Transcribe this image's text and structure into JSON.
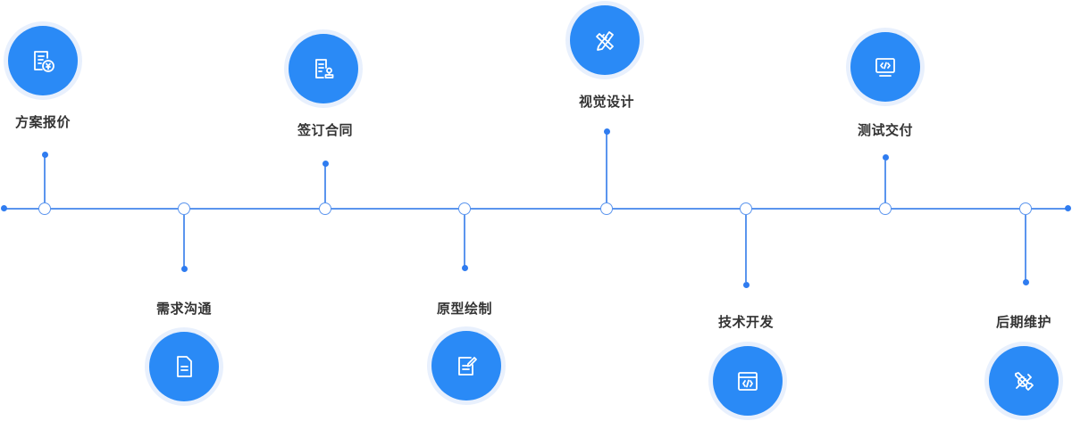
{
  "steps": [
    {
      "label": "方案报价",
      "icon": "quote-document-icon"
    },
    {
      "label": "需求沟通",
      "icon": "document-icon"
    },
    {
      "label": "签订合同",
      "icon": "contract-stamp-icon"
    },
    {
      "label": "原型绘制",
      "icon": "edit-document-icon"
    },
    {
      "label": "视觉设计",
      "icon": "design-tools-icon"
    },
    {
      "label": "技术开发",
      "icon": "code-window-icon"
    },
    {
      "label": "测试交付",
      "icon": "monitor-code-icon"
    },
    {
      "label": "后期维护",
      "icon": "wrench-screwdriver-icon"
    }
  ],
  "colors": {
    "accent": "#2a8af6",
    "line": "#5b95ee",
    "halo": "#e8f0fd",
    "text": "#333333"
  }
}
